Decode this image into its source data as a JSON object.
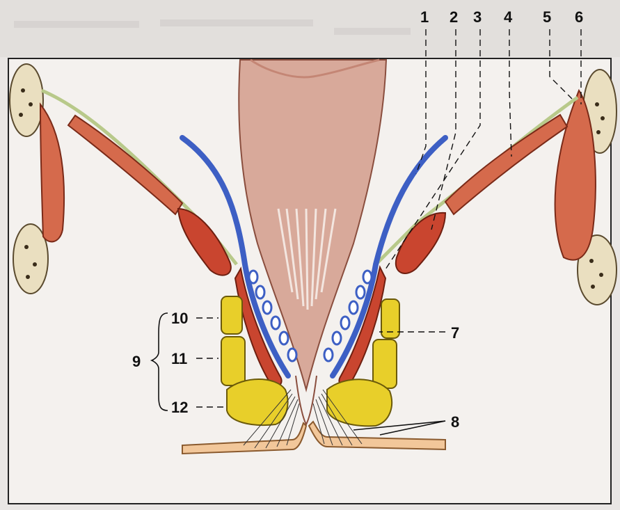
{
  "labels": {
    "l1": "1",
    "l2": "2",
    "l3": "3",
    "l4": "4",
    "l5": "5",
    "l6": "6",
    "l7": "7",
    "l8": "8",
    "l9": "9",
    "l10": "10",
    "l11": "11",
    "l12": "12"
  },
  "colors": {
    "muscle": "#d56a4c",
    "muscle_dark": "#c9452f",
    "bone": "#eadfc0",
    "fat": "#e8cf2a",
    "vessel": "#3d5fc4",
    "rectum": "#d8a99a",
    "fascia": "#c9d6a1",
    "skin": "#f2c79a"
  }
}
